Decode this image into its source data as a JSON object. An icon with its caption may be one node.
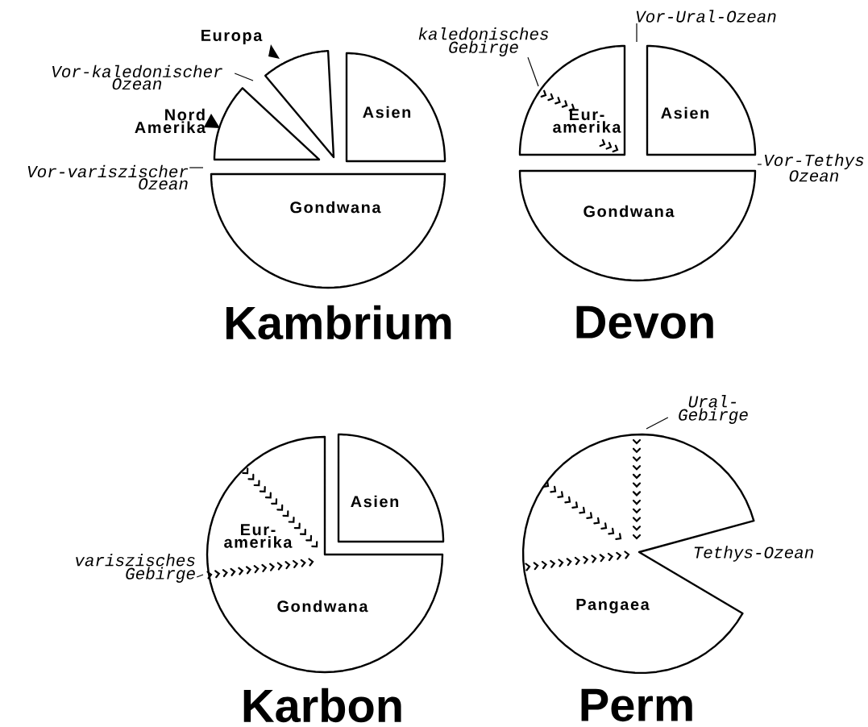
{
  "diagram": {
    "nodes": [
      {
        "text": [
          "Europa"
        ]
      },
      {
        "text": [
          "Nord Amerika"
        ]
      },
      {
        "text": [
          "Asien"
        ]
      },
      {
        "text": [
          "Gondwana"
        ]
      },
      {
        "text": [
          "Vor-kaledonischer Ozean"
        ]
      },
      {
        "text": [
          "Vor-variszischer Ozean"
        ]
      },
      {
        "text": [
          "kaledonisches Gebirge"
        ]
      },
      {
        "text": [
          "Vor-Ural-Ozean"
        ]
      },
      {
        "text": [
          "Eur- amerika"
        ]
      },
      {
        "text": [
          "Asien"
        ]
      },
      {
        "text": [
          "Vor-Tethys Ozean"
        ]
      },
      {
        "text": [
          "Gondwana"
        ]
      },
      {
        "text": [
          "Ural- Gebirge"
        ]
      },
      {
        "text": [
          "Asien"
        ]
      },
      {
        "text": [
          "Eur- amerika",
          "Gondwana"
        ]
      },
      {
        "text": [
          "variszisches Gebirge"
        ]
      },
      {
        "text": [
          "Pangaea"
        ]
      }
    ],
    "edges": [
      {
        "from": 4,
        "to": null,
        "arrow": "none"
      },
      {
        "from": 5,
        "to": null,
        "arrow": "none"
      },
      {
        "from": 6,
        "to": 8,
        "arrow": "none"
      },
      {
        "from": 7,
        "to": null,
        "arrow": "none"
      },
      {
        "from": 10,
        "to": null,
        "arrow": "none"
      },
      {
        "from": 12,
        "to": 16,
        "arrow": "none"
      },
      {
        "from": 15,
        "to": null,
        "arrow": "none"
      }
    ],
    "labels": [
      "Kambrium",
      "Devon",
      "Tethys-Ozean",
      "Karbon",
      "Perm"
    ]
  }
}
